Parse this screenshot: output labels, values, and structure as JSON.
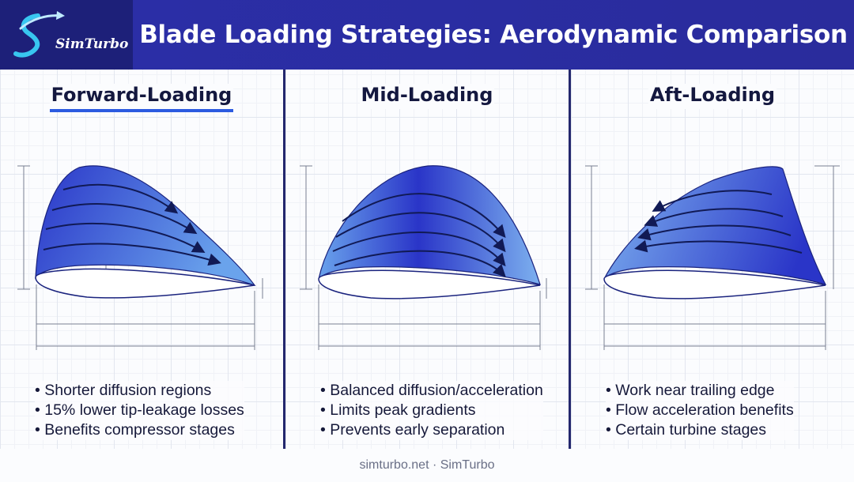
{
  "header": {
    "logo_text": "SimTurbo",
    "title": "Blade Loading Strategies: Aerodynamic Comparison"
  },
  "colors": {
    "header_bg": "#2b2ea8",
    "accent_underline": "#2c5be0",
    "blade_dark": "#2a35c8",
    "blade_light": "#6aa3ec",
    "text_dark": "#14183f"
  },
  "panels": [
    {
      "title": "Forward-Loading",
      "active": true,
      "bullets": [
        "• Shorter diffusion regions",
        "• 15% lower tip-leakage losses",
        "• Benefits compressor stages"
      ]
    },
    {
      "title": "Mid-Loading",
      "active": false,
      "bullets": [
        "• Balanced diffusion/acceleration",
        "• Limits peak gradients",
        "• Prevents early separation"
      ]
    },
    {
      "title": "Aft-Loading",
      "active": false,
      "bullets": [
        "• Work near trailing edge",
        "• Flow acceleration benefits",
        "• Certain turbine stages"
      ]
    }
  ],
  "footer": {
    "text": "simturbo.net · SimTurbo"
  }
}
